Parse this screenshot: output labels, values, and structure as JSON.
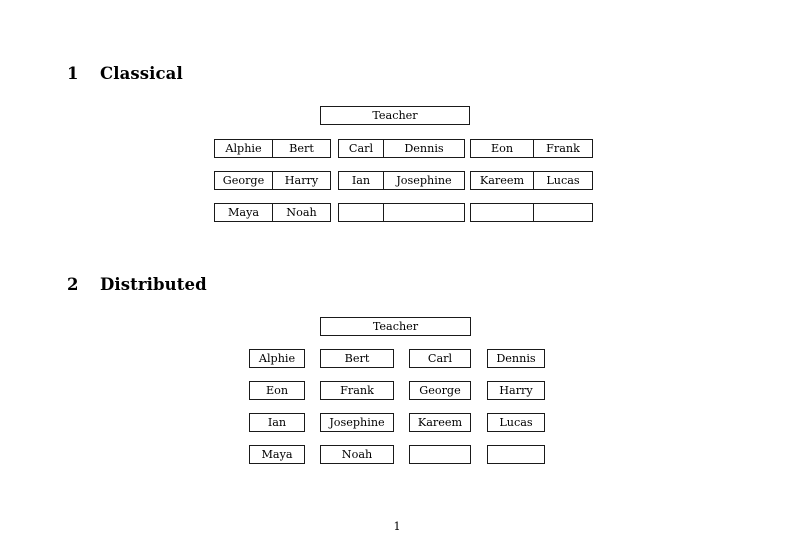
{
  "document": {
    "page_number": "1"
  },
  "sections": [
    {
      "number": "1",
      "title": "Classical",
      "teacher_label": "Teacher",
      "groups": [
        {
          "name": "group-1",
          "rows": [
            [
              "Alphie",
              "Bert"
            ],
            [
              "George",
              "Harry"
            ],
            [
              "Maya",
              "Noah"
            ]
          ]
        },
        {
          "name": "group-2",
          "rows": [
            [
              "Carl",
              "Dennis"
            ],
            [
              "Ian",
              "Josephine"
            ],
            [
              "",
              ""
            ]
          ]
        },
        {
          "name": "group-3",
          "rows": [
            [
              "Eon",
              "Frank"
            ],
            [
              "Kareem",
              "Lucas"
            ],
            [
              "",
              ""
            ]
          ]
        }
      ]
    },
    {
      "number": "2",
      "title": "Distributed",
      "teacher_label": "Teacher",
      "columns": [
        {
          "name": "column-1",
          "cells": [
            "Alphie",
            "Eon",
            "Ian",
            "Maya"
          ]
        },
        {
          "name": "column-2",
          "cells": [
            "Bert",
            "Frank",
            "Josephine",
            "Noah"
          ]
        },
        {
          "name": "column-3",
          "cells": [
            "Carl",
            "George",
            "Kareem",
            ""
          ]
        },
        {
          "name": "column-4",
          "cells": [
            "Dennis",
            "Harry",
            "Lucas",
            ""
          ]
        }
      ]
    }
  ]
}
